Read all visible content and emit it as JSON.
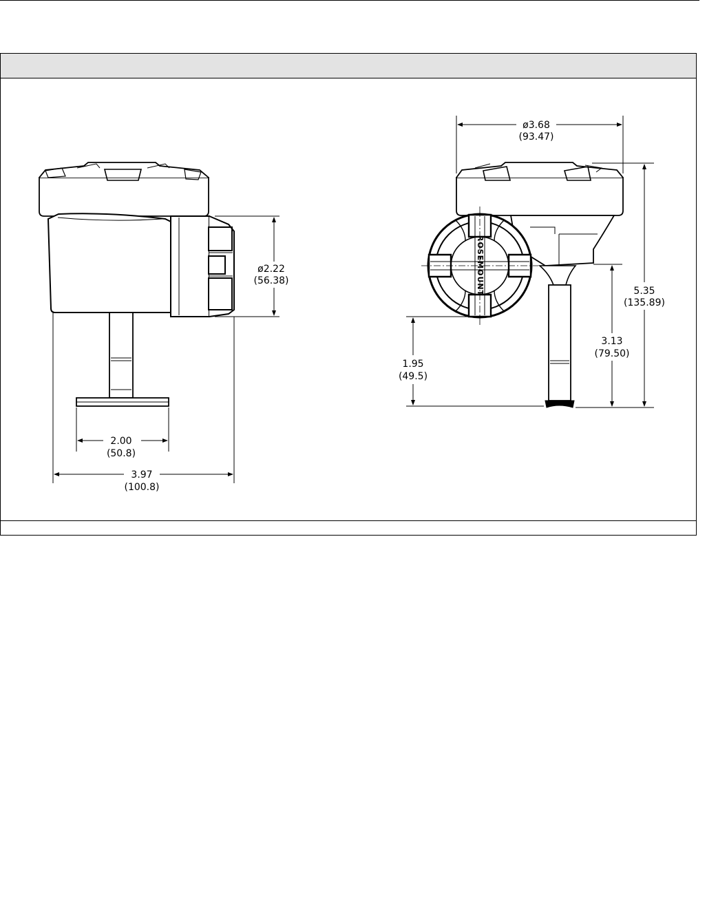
{
  "figure": {
    "header_title": "",
    "footer_note": ""
  },
  "side_view": {
    "diameter_in": "ø2.22",
    "diameter_mm": "(56.38)",
    "flange_width_in": "2.00",
    "flange_width_mm": "(50.8)",
    "overall_width_in": "3.97",
    "overall_width_mm": "(100.8)"
  },
  "front_view": {
    "housing_diameter_in": "ø3.68",
    "housing_diameter_mm": "(93.47)",
    "overall_height_in": "5.35",
    "overall_height_mm": "(135.89)",
    "stem_height_in": "3.13",
    "stem_height_mm": "(79.50)",
    "cover_height_in": "1.95",
    "cover_height_mm": "(49.5)",
    "cover_logo": "ROSEMOUNT"
  },
  "colors": {
    "line": "#000000",
    "header_fill": "#e3e3e3",
    "body_fill": "#ffffff"
  }
}
